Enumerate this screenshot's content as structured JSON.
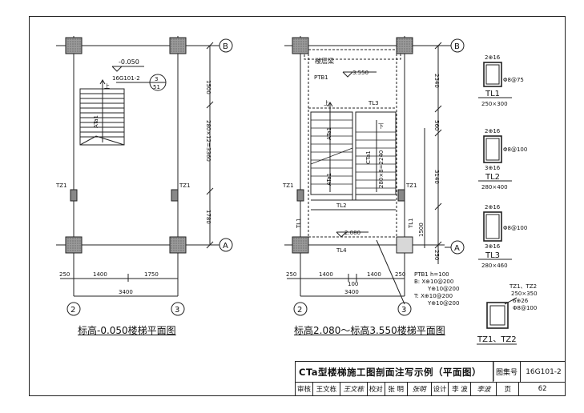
{
  "left_plan": {
    "caption": "标高-0.050楼梯平面图",
    "axis_b": "B",
    "axis_a": "A",
    "axis_2": "2",
    "axis_3": "3",
    "level": "-0.050",
    "ref_code": "16G101-2",
    "ref_num": "3",
    "ref_den": "51",
    "up": "上",
    "stair_label": "ATa1",
    "tz_left": "TZ1",
    "tz_right": "TZ1",
    "dim_1500": "1500",
    "dim_mid": "280×12=3360",
    "dim_1780": "1780",
    "dim_250": "250",
    "dim_1400": "1400",
    "dim_1750": "1750",
    "dim_3400": "3400"
  },
  "right_plan": {
    "caption": "标高2.080～标高3.550楼梯平面图",
    "axis_b": "B",
    "axis_a": "A",
    "axis_2": "2",
    "axis_3": "3",
    "floor_beam": "楼层梁",
    "ptb": "PTB1",
    "level_top": "3.550",
    "level_bot": "2.080",
    "tl3": "TL3",
    "tl2": "TL2",
    "tl4": "TL4",
    "tl1_left": "TL1",
    "tl1_right": "TL1",
    "up": "上",
    "down": "下",
    "ata1_a": "ATa1",
    "ata1_b": "ATa1",
    "cta1": "CTa1",
    "tz_left": "TZ1",
    "tz_right": "TZ1",
    "dim_2340": "2340",
    "dim_560": "560",
    "dim_mid": "280×8=2240",
    "dim_3140": "3140",
    "dim_1500": "1500",
    "dim_250": "250",
    "dim_250l": "250",
    "dim_1400a": "1400",
    "dim_100": "100",
    "dim_1400b": "1400",
    "dim_250r": "250",
    "dim_3400": "3400",
    "note": [
      "PTB1  h=100",
      "B: X⊕10@200",
      "Y⊕10@200",
      "T: X⊕10@200",
      "Y⊕10@200"
    ]
  },
  "sections": [
    {
      "top": "2⊕16",
      "bottom": "",
      "stirrup": "Φ8@75",
      "name": "TL1",
      "size": "250×300"
    },
    {
      "top": "2⊕16",
      "bottom": "3⊕16",
      "stirrup": "Φ8@100",
      "name": "TL2",
      "size": "280×400"
    },
    {
      "top": "2⊕16",
      "bottom": "3⊕16",
      "stirrup": "Φ8@100",
      "name": "TL3",
      "size": "280×460"
    }
  ],
  "column": {
    "label1": "TZ1、TZ2",
    "label2": "250×350",
    "label3": "6⊕26",
    "label4": "Φ8@100",
    "caption": "TZ1、TZ2"
  },
  "title_block": {
    "title": "CTa型楼梯施工图剖面注写示例（平面图）",
    "atlas_label": "图集号",
    "atlas_no": "16G101-2",
    "row2": [
      "审核",
      "王文栋",
      "王文栋",
      "校对",
      "张  明",
      "张明",
      "设计",
      "李  波",
      "李波",
      "页",
      "62"
    ]
  }
}
